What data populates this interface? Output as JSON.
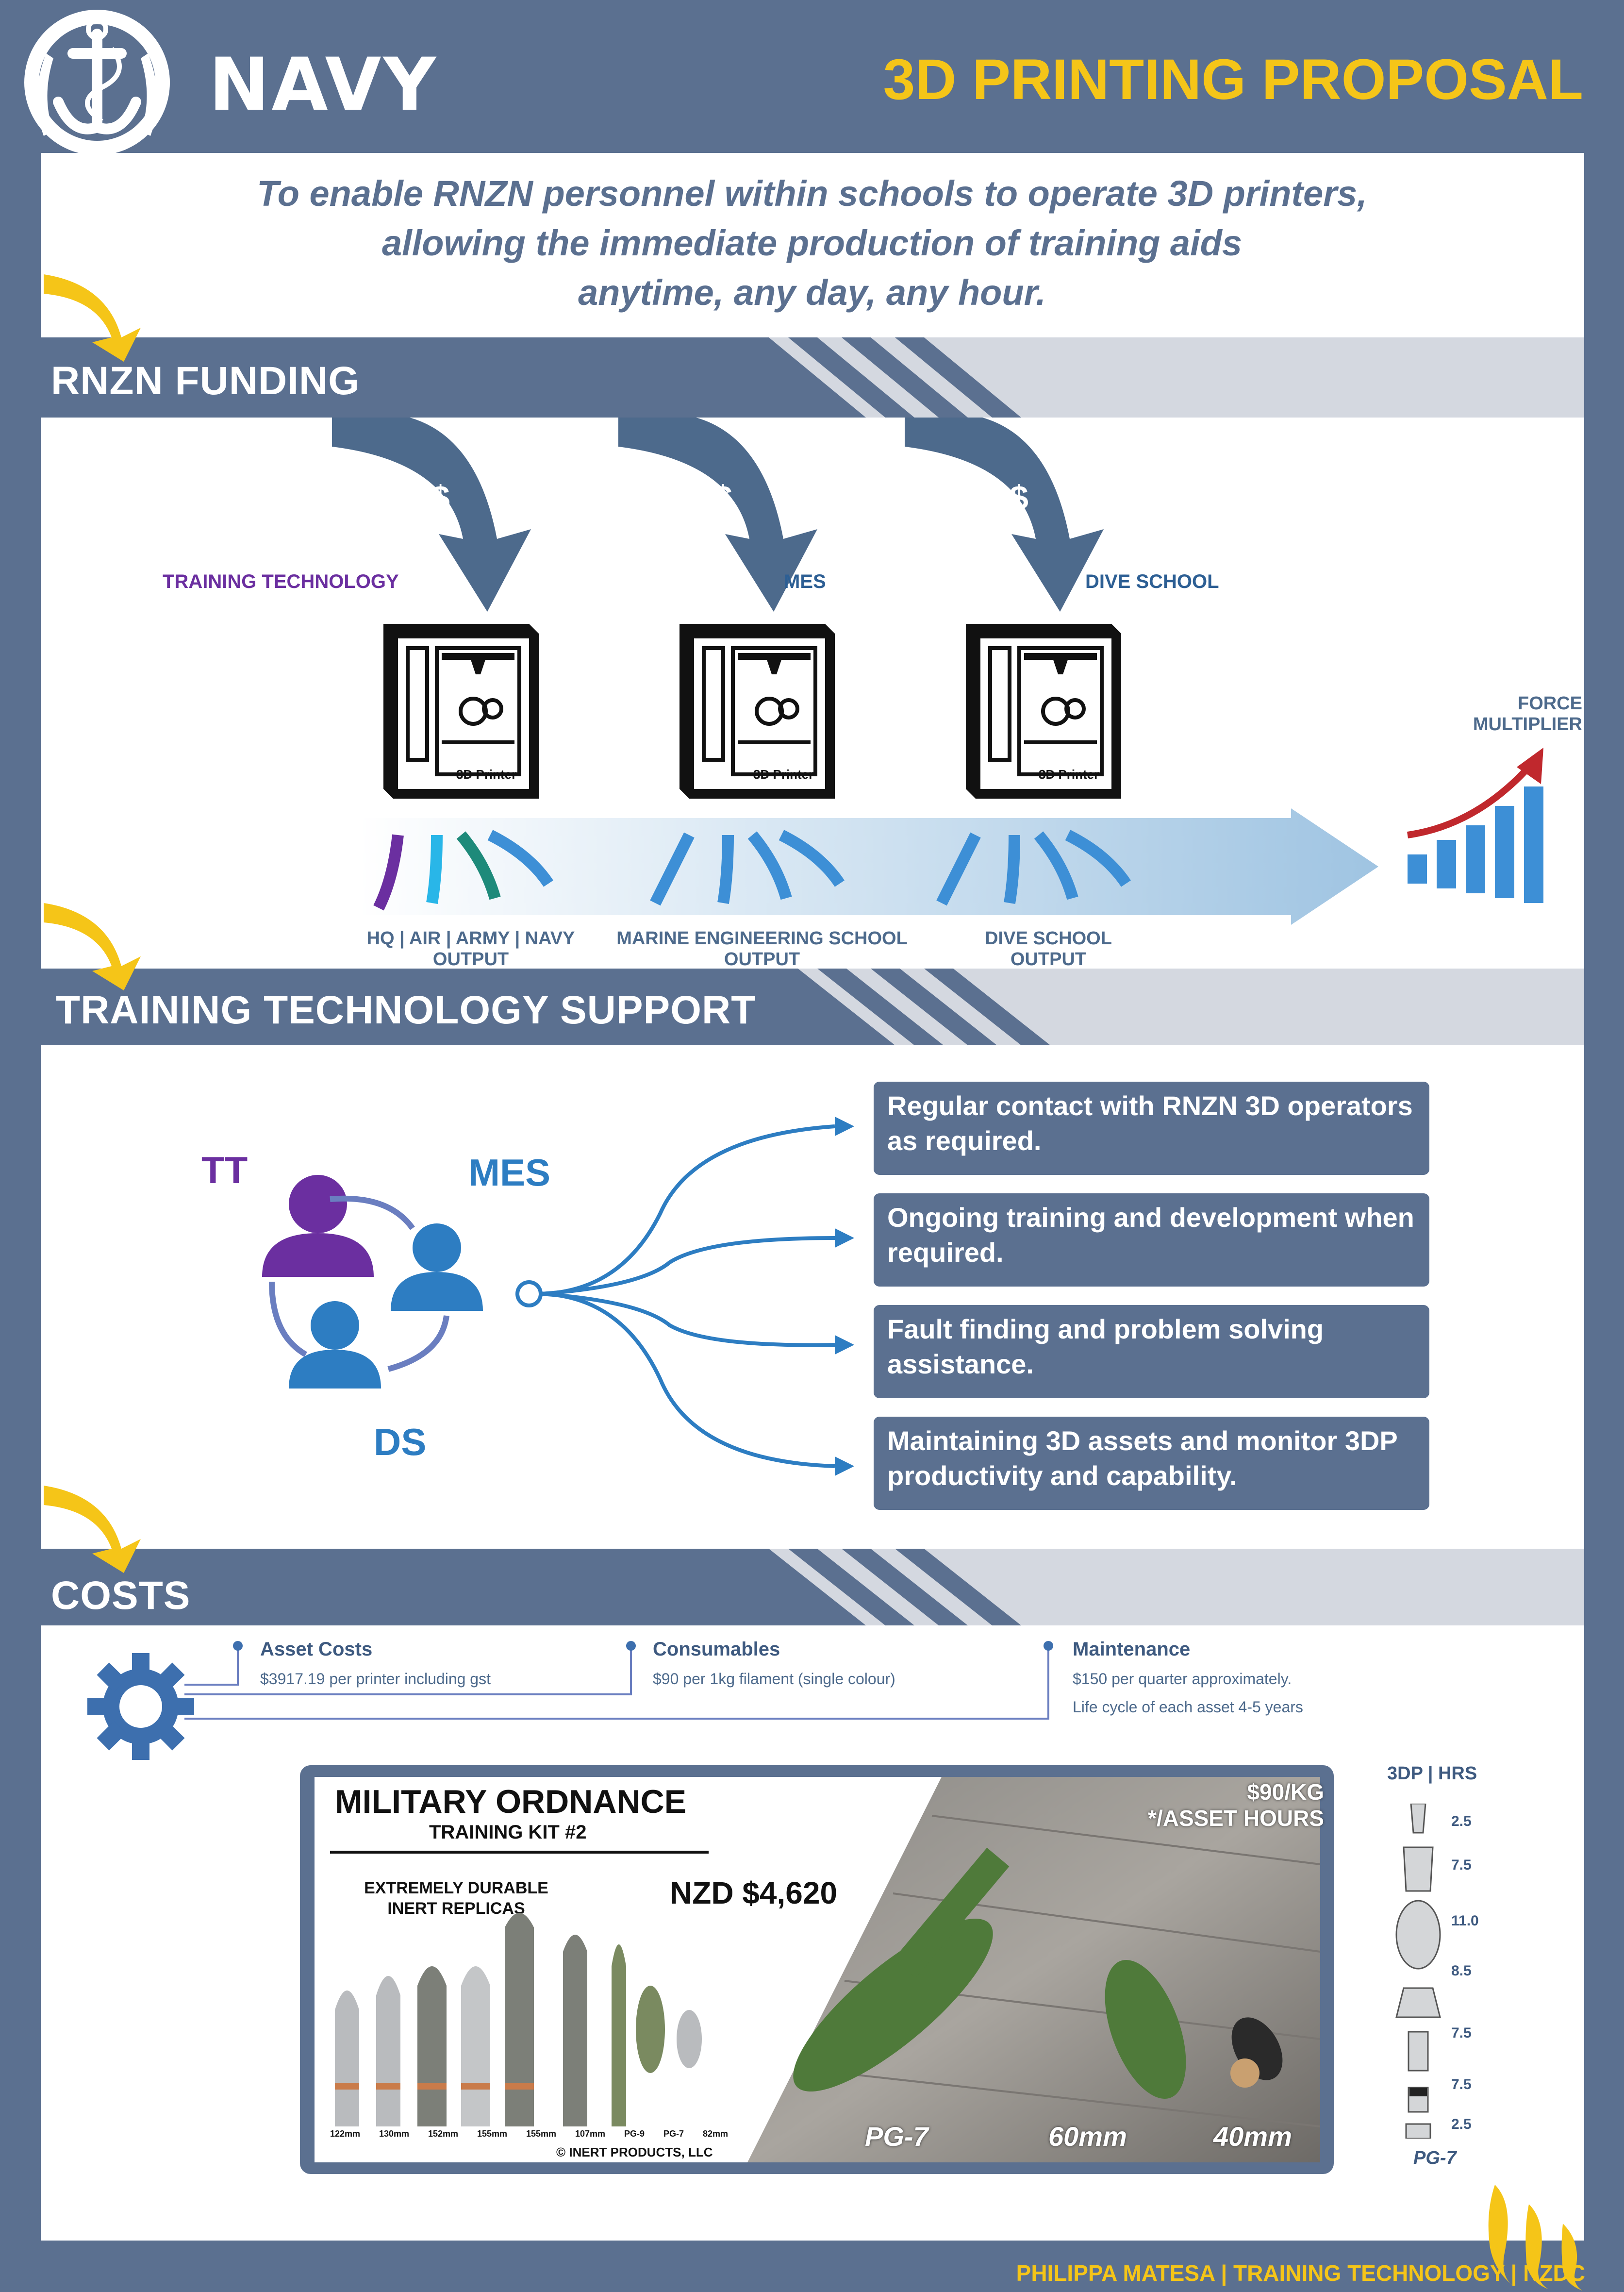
{
  "header": {
    "logo_text": "NAVY",
    "title": "3D PRINTING PROPOSAL",
    "accent_color": "#f5c518",
    "background_color": "#5b7090"
  },
  "intro": {
    "lines": [
      "To enable RNZN personnel within schools to operate 3D printers,",
      "allowing the immediate production of training aids",
      "anytime, any day, any hour."
    ]
  },
  "funding": {
    "section_title": "RNZN FUNDING",
    "dollar_symbol": "$",
    "printers": [
      {
        "label": "TRAINING TECHNOLOGY",
        "color": "#6b2fa0",
        "printer_text": "3D Printer"
      },
      {
        "label": "MES",
        "color": "#2d5f94",
        "printer_text": "3D Printer"
      },
      {
        "label": "DIVE SCHOOL",
        "color": "#2d5f94",
        "printer_text": "3D Printer"
      }
    ],
    "outputs": [
      {
        "line1": "HQ | AIR | ARMY | NAVY",
        "line2": "OUTPUT"
      },
      {
        "line1": "MARINE ENGINEERING SCHOOL",
        "line2": "OUTPUT"
      },
      {
        "line1": "DIVE SCHOOL",
        "line2": "OUTPUT"
      }
    ],
    "force_multiplier": {
      "line1": "FORCE",
      "line2": "MULTIPLIER"
    }
  },
  "support": {
    "section_title": "TRAINING TECHNOLOGY SUPPORT",
    "roles": {
      "tt": "TT",
      "mes": "MES",
      "ds": "DS"
    },
    "items": [
      "Regular contact with RNZN 3D operators as required.",
      "Ongoing training and development when required.",
      "Fault finding and problem solving assistance.",
      "Maintaining 3D assets and monitor 3DP productivity and capability."
    ]
  },
  "costs": {
    "section_title": "COSTS",
    "items": [
      {
        "title": "Asset Costs",
        "lines": [
          "$3917.19 per printer including gst"
        ]
      },
      {
        "title": "Consumables",
        "lines": [
          "$90 per 1kg filament (single colour)"
        ]
      },
      {
        "title": "Maintenance",
        "lines": [
          "$150 per quarter approximately.",
          "Life cycle of each asset 4-5 years"
        ]
      }
    ]
  },
  "kit": {
    "title": "MILITARY ORDNANCE",
    "subtitle": "TRAINING KIT #2",
    "description_line1": "EXTREMELY DURABLE",
    "description_line2": "INERT REPLICAS",
    "price": "NZD $4,620",
    "sizes": [
      "122mm",
      "130mm",
      "152mm",
      "155mm",
      "155mm",
      "107mm",
      "PG-9",
      "PG-7",
      "82mm"
    ],
    "copyright": "© INERT PRODUCTS, LLC",
    "photo_rate": "$90/KG",
    "photo_rate2": "*/ASSET HOURS",
    "photo_labels": [
      "PG-7",
      "60mm",
      "40mm"
    ]
  },
  "hours": {
    "title": "3DP | HRS",
    "values": [
      "2.5",
      "7.5",
      "11.0",
      "8.5",
      "7.5",
      "7.5",
      "2.5"
    ],
    "caption": "PG-7"
  },
  "footer": {
    "text": "PHILIPPA MATESA | TRAINING TECHNOLOGY | NZDC"
  }
}
